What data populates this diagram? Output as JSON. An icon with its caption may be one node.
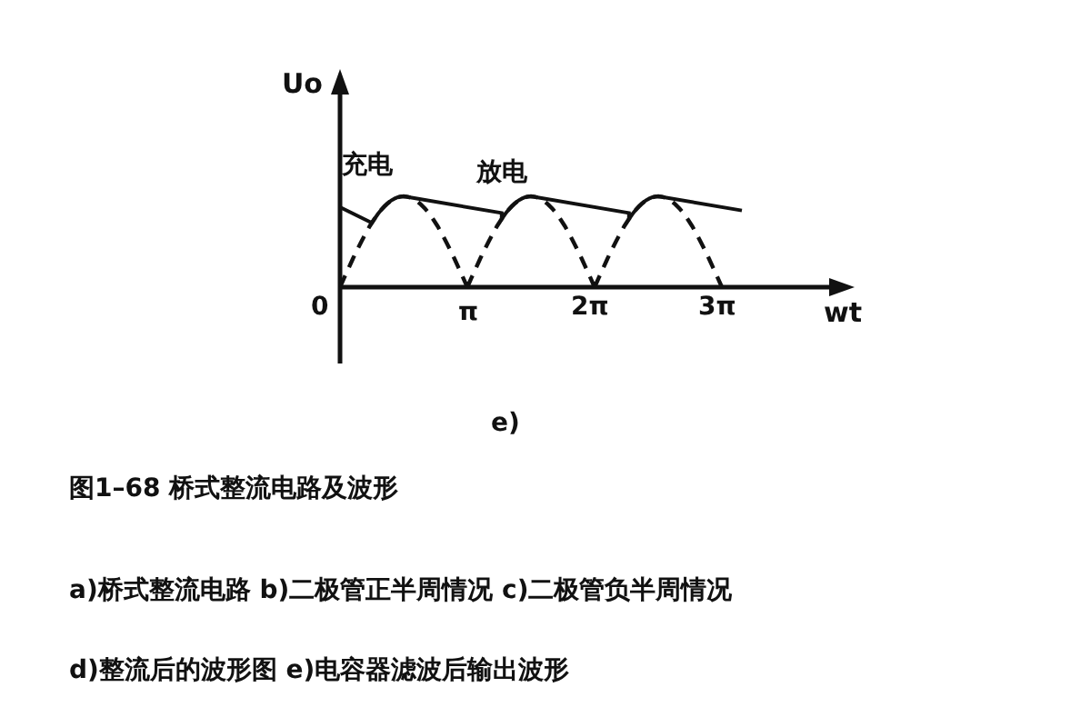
{
  "diagram": {
    "caption": "图1–68  桥式整流电路及波形",
    "labels": [
      "Uo",
      "充电",
      "放电",
      "0",
      "π",
      "2π",
      "3π",
      "wt",
      "e)",
      "a)桥式整流电路 b)二极管正半周情况  c)二极管负半周情况",
      "d)整流后的波形图  e)电容器滤波后输出波形"
    ]
  }
}
